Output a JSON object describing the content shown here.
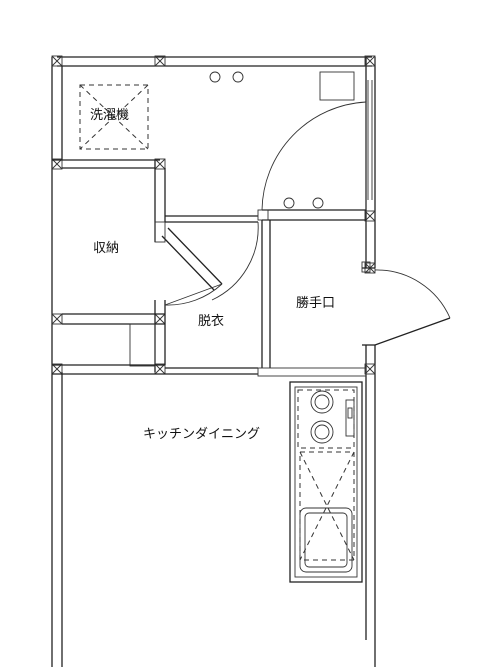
{
  "rooms": {
    "washer": "洗濯機",
    "storage": "収納",
    "dressing": "脱衣",
    "service_entrance": "勝手口",
    "kitchen_dining": "キッチンダイニング"
  }
}
